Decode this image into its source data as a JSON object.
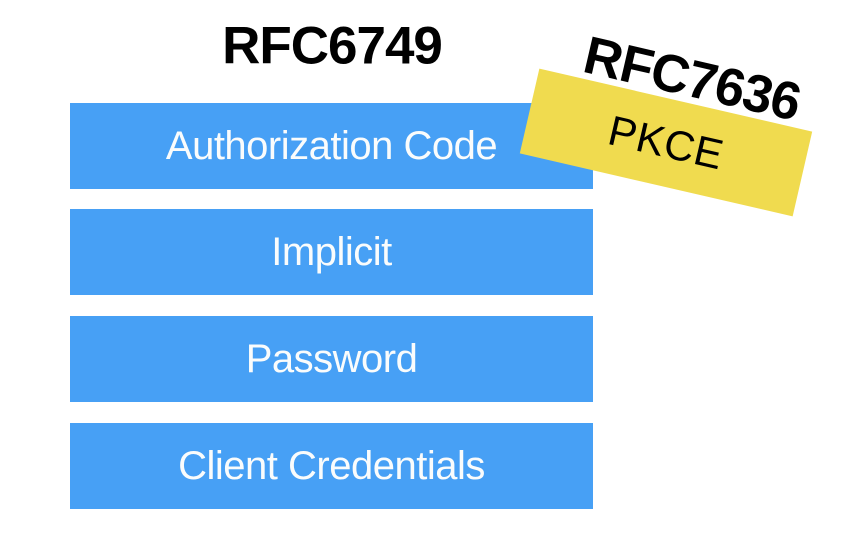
{
  "diagram": {
    "title": "RFC6749",
    "grants": [
      {
        "label": "Authorization Code"
      },
      {
        "label": "Implicit"
      },
      {
        "label": "Password"
      },
      {
        "label": "Client Credentials"
      }
    ],
    "sticker": {
      "rfc": "RFC7636",
      "label": "PKCE"
    },
    "colors": {
      "bar_fill": "#47A0F5",
      "bar_text": "#FAFCFC",
      "sticker_fill": "#F0DB4F",
      "title_text": "#000000",
      "background": "#FFFFFF"
    }
  }
}
